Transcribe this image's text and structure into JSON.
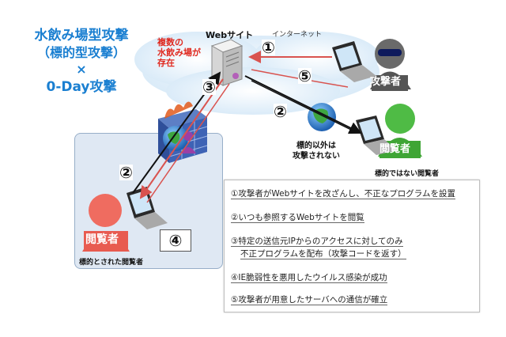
{
  "title": {
    "line1": "水飲み場型攻撃",
    "line2": "（標的型攻撃）",
    "line3": "×",
    "line4": "0-Day攻撃"
  },
  "diagram": {
    "website_label": "Webサイト",
    "internet_label": "インターネット",
    "compromised_label": [
      "複数の",
      "水飲み場が",
      "存在"
    ],
    "attacker_label": "攻撃者",
    "viewer_label": "閲覧者",
    "non_target_caption": "標的ではない閲覧者",
    "non_target_safe_note": [
      "標的以外は",
      "攻撃されない"
    ],
    "target_caption": "標的とされた閲覧者",
    "markers": [
      "①",
      "⑤",
      "③",
      "②",
      "②",
      "④"
    ]
  },
  "steps": [
    "①攻撃者がWebサイトを改ざんし、不正なプログラムを設置",
    "②いつも参照するWebサイトを閲覧",
    "③特定の送信元IPからのアクセスに対してのみ",
    "不正プログラムを配布（攻撃コードを返す）",
    "④IE脆弱性を悪用したウイルス感染が成功",
    "⑤攻撃者が用意したサーバへの通信が確立"
  ],
  "colors": {
    "title_blue": "#1a7fd1",
    "compromised_red": "#e0281e",
    "arrow_red": "#d9534f",
    "attacker_gray": "#555555",
    "viewer_green": "#3fa535",
    "target_red": "#e85b50"
  }
}
